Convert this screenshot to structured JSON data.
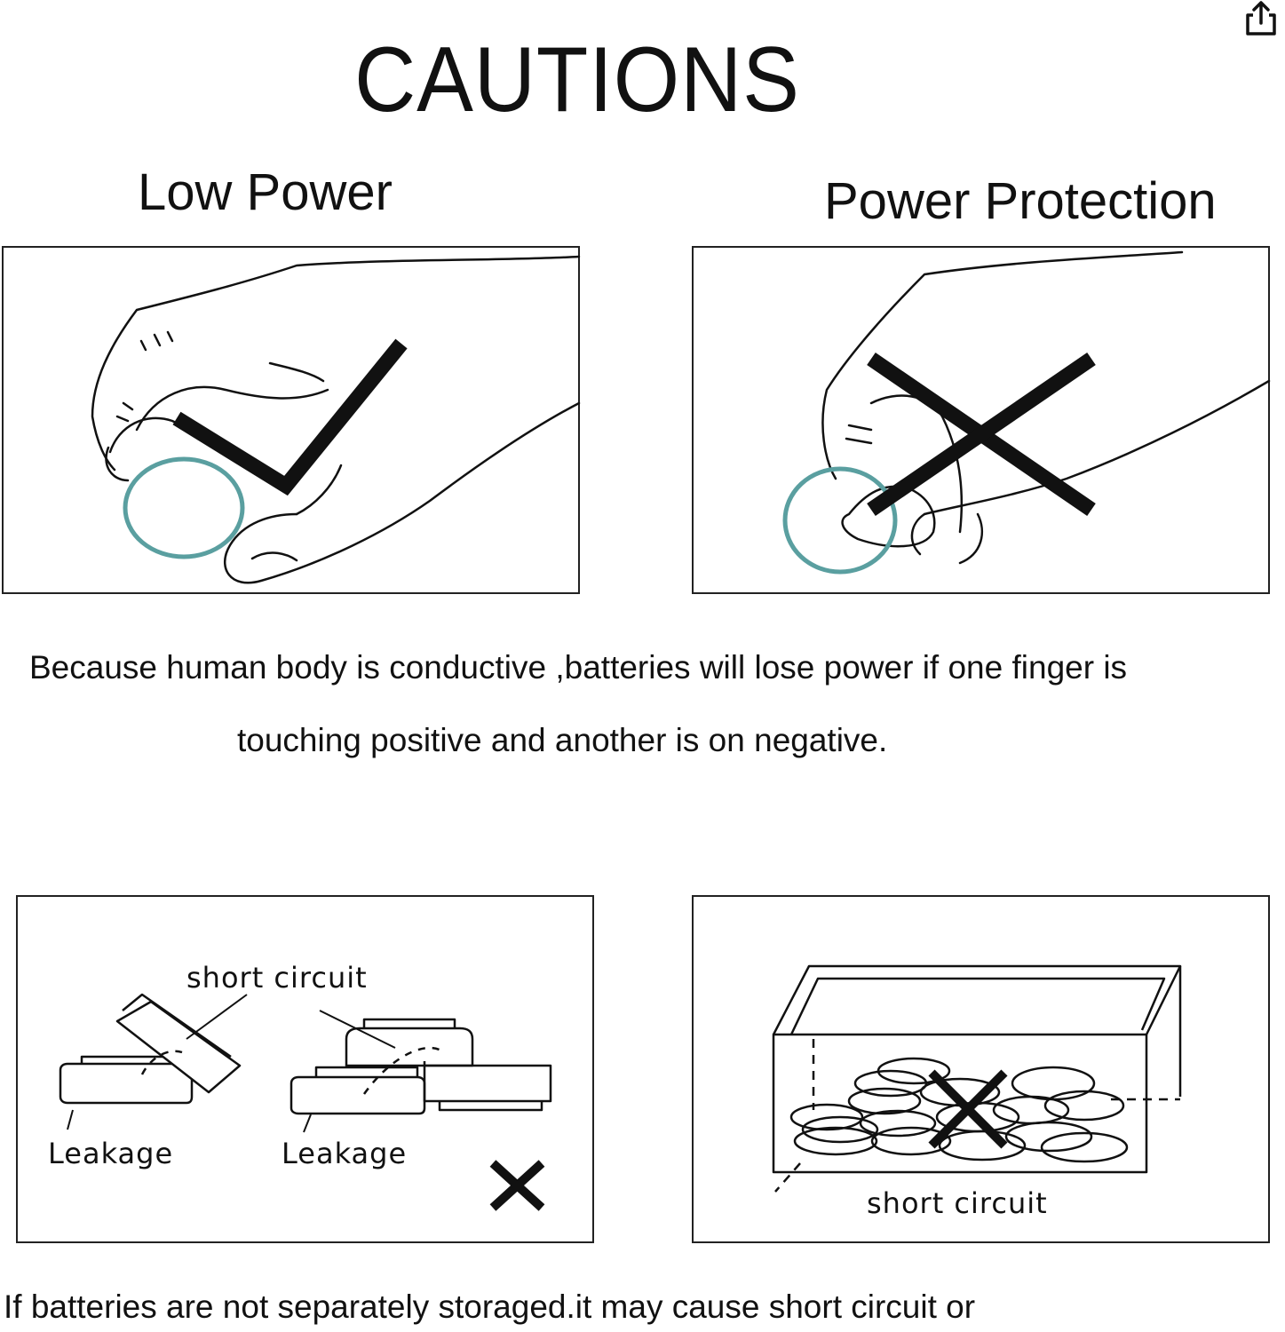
{
  "title": "CAUTIONS",
  "sections": {
    "low_power": {
      "heading": "Low Power"
    },
    "power_protection": {
      "heading": "Power Protection"
    }
  },
  "explanation": {
    "line1": "Because human body is conductive ,batteries will lose power if one finger is",
    "line2": "touching positive and another is on negative."
  },
  "storage_panels": {
    "stacked": {
      "short_circuit": "short circuit",
      "leakage_left": "Leakage",
      "leakage_right": "Leakage"
    },
    "box": {
      "short_circuit": "short circuit"
    }
  },
  "footer": {
    "text": "If batteries are not separately storaged.it may cause short circuit or"
  },
  "icons": {
    "share": "share-icon",
    "check": "check-mark-icon",
    "cross": "cross-mark-icon"
  },
  "colors": {
    "battery_edge": "#5a9fa0",
    "ink": "#111111"
  }
}
